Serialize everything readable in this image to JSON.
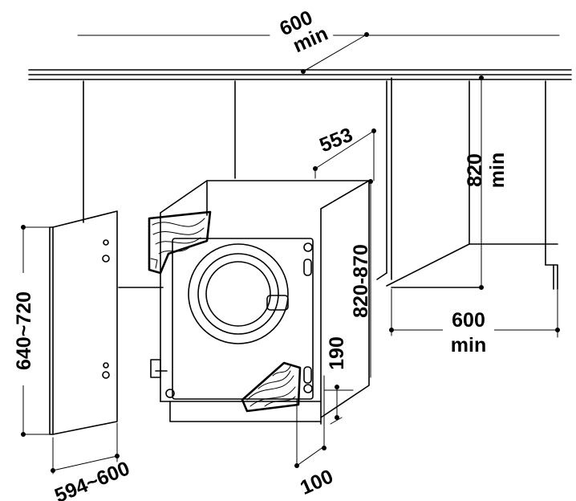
{
  "dimensions": {
    "countertop_width": {
      "value": "600",
      "qualifier": "min"
    },
    "niche_height": {
      "value": "820",
      "qualifier": "min"
    },
    "niche_depth": {
      "value": "600",
      "qualifier": "min"
    },
    "machine_depth": {
      "value": "553"
    },
    "machine_height": {
      "value": "820-870"
    },
    "door_height": {
      "value": "640~720"
    },
    "door_width": {
      "value": "594~600"
    },
    "kick_height": {
      "value": "190"
    },
    "kick_depth": {
      "value": "100"
    }
  }
}
